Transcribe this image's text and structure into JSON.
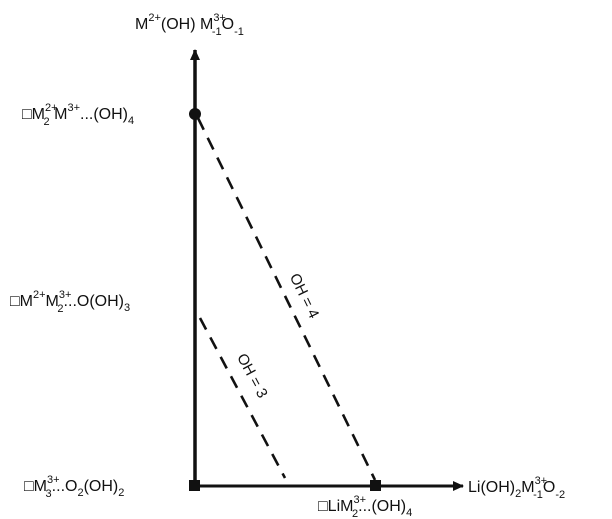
{
  "diagram": {
    "top_axis_label": {
      "a": "M",
      "b": "2+",
      "c": "(OH) M",
      "d": "3+",
      "e": "-1",
      "f": "O",
      "g": "-1"
    },
    "right_axis_label": {
      "a": "Li(OH)",
      "b": "2",
      "c": "M",
      "d": "3+",
      "e": "-1",
      "f": "O",
      "g": "-2"
    },
    "label_top": {
      "box": "□",
      "a": "M",
      "b": "2+",
      "c": "2",
      "d": " M",
      "e": "3+",
      "f": "...(OH)",
      "g": "4"
    },
    "label_mid": {
      "box": "□",
      "a": "M",
      "b": "2+",
      "c": "M",
      "d": "3+",
      "e": "2",
      "f": "...O(OH)",
      "g": "3"
    },
    "label_origin": {
      "box": "□",
      "a": "M",
      "b": "3+",
      "c": "3",
      "d": "...O",
      "e": "2",
      "f": "(OH)",
      "g": "2"
    },
    "label_bottom": {
      "box": "□",
      "a": "LiM",
      "b": "3+",
      "c": "2",
      "d": "...(OH)",
      "e": "4"
    },
    "line_oh4": "OH = 4",
    "line_oh3": "OH = 3"
  }
}
